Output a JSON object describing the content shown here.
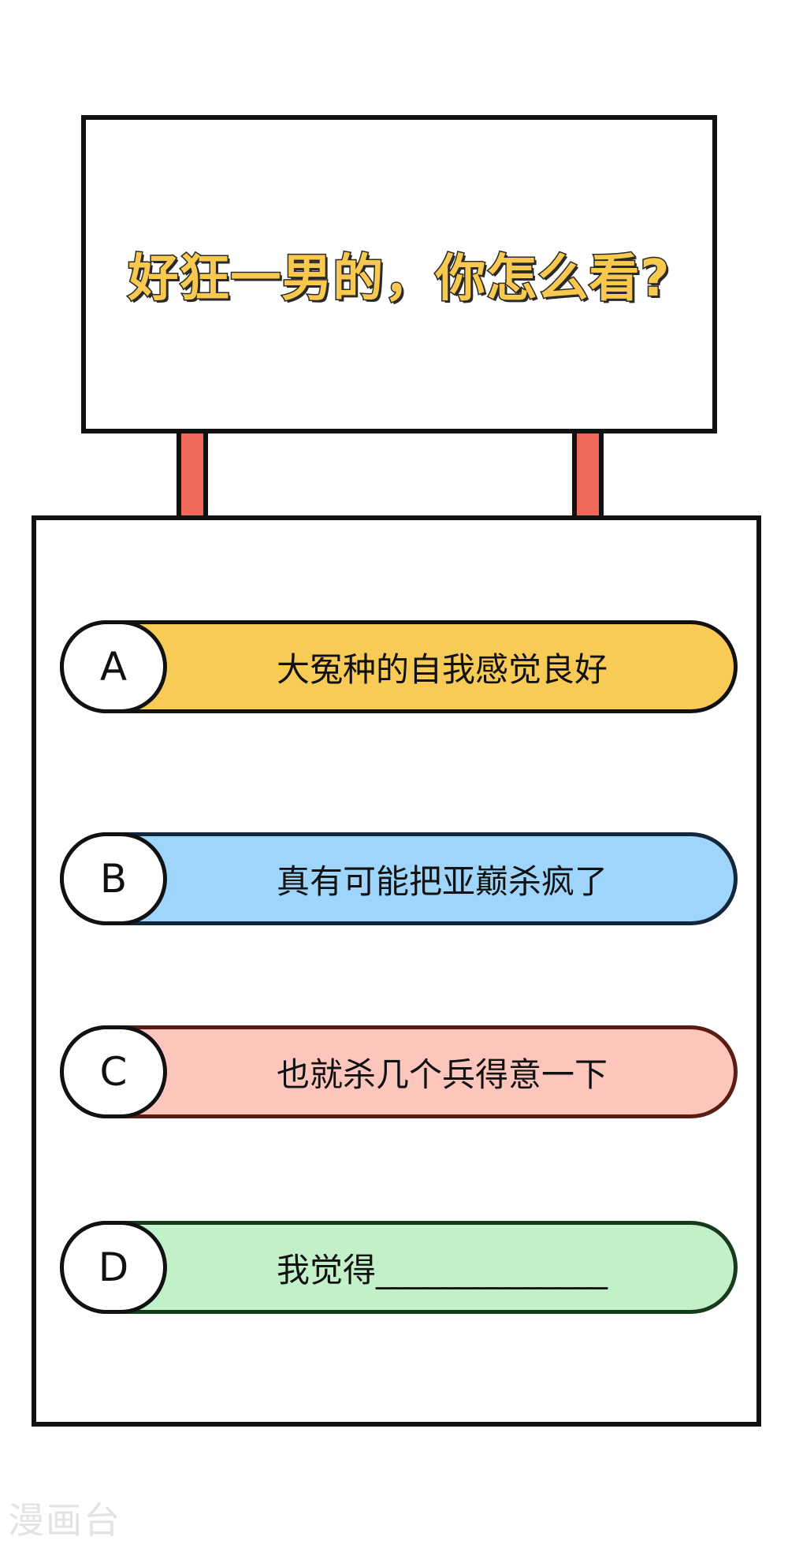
{
  "sign": {
    "title": "好狂一男的，你怎么看?"
  },
  "colors": {
    "title_fill": "#f7c94e",
    "post_fill": "#f0695a",
    "outline": "#111111",
    "option_a_fill": "#f7cb55",
    "option_b_fill": "#9fd4fb",
    "option_c_fill": "#fdc6bd",
    "option_d_fill": "#c2f0c8",
    "option_a_border": "#111111",
    "option_b_border": "#13263a",
    "option_c_border": "#5a1c14",
    "option_d_border": "#173a1d"
  },
  "options": [
    {
      "letter": "A",
      "text": "大冤种的自我感觉良好"
    },
    {
      "letter": "B",
      "text": "真有可能把亚巅杀疯了"
    },
    {
      "letter": "C",
      "text": "也就杀几个兵得意一下"
    },
    {
      "letter": "D",
      "text": "我觉得______________"
    }
  ],
  "watermark": {
    "text": "漫画台"
  }
}
